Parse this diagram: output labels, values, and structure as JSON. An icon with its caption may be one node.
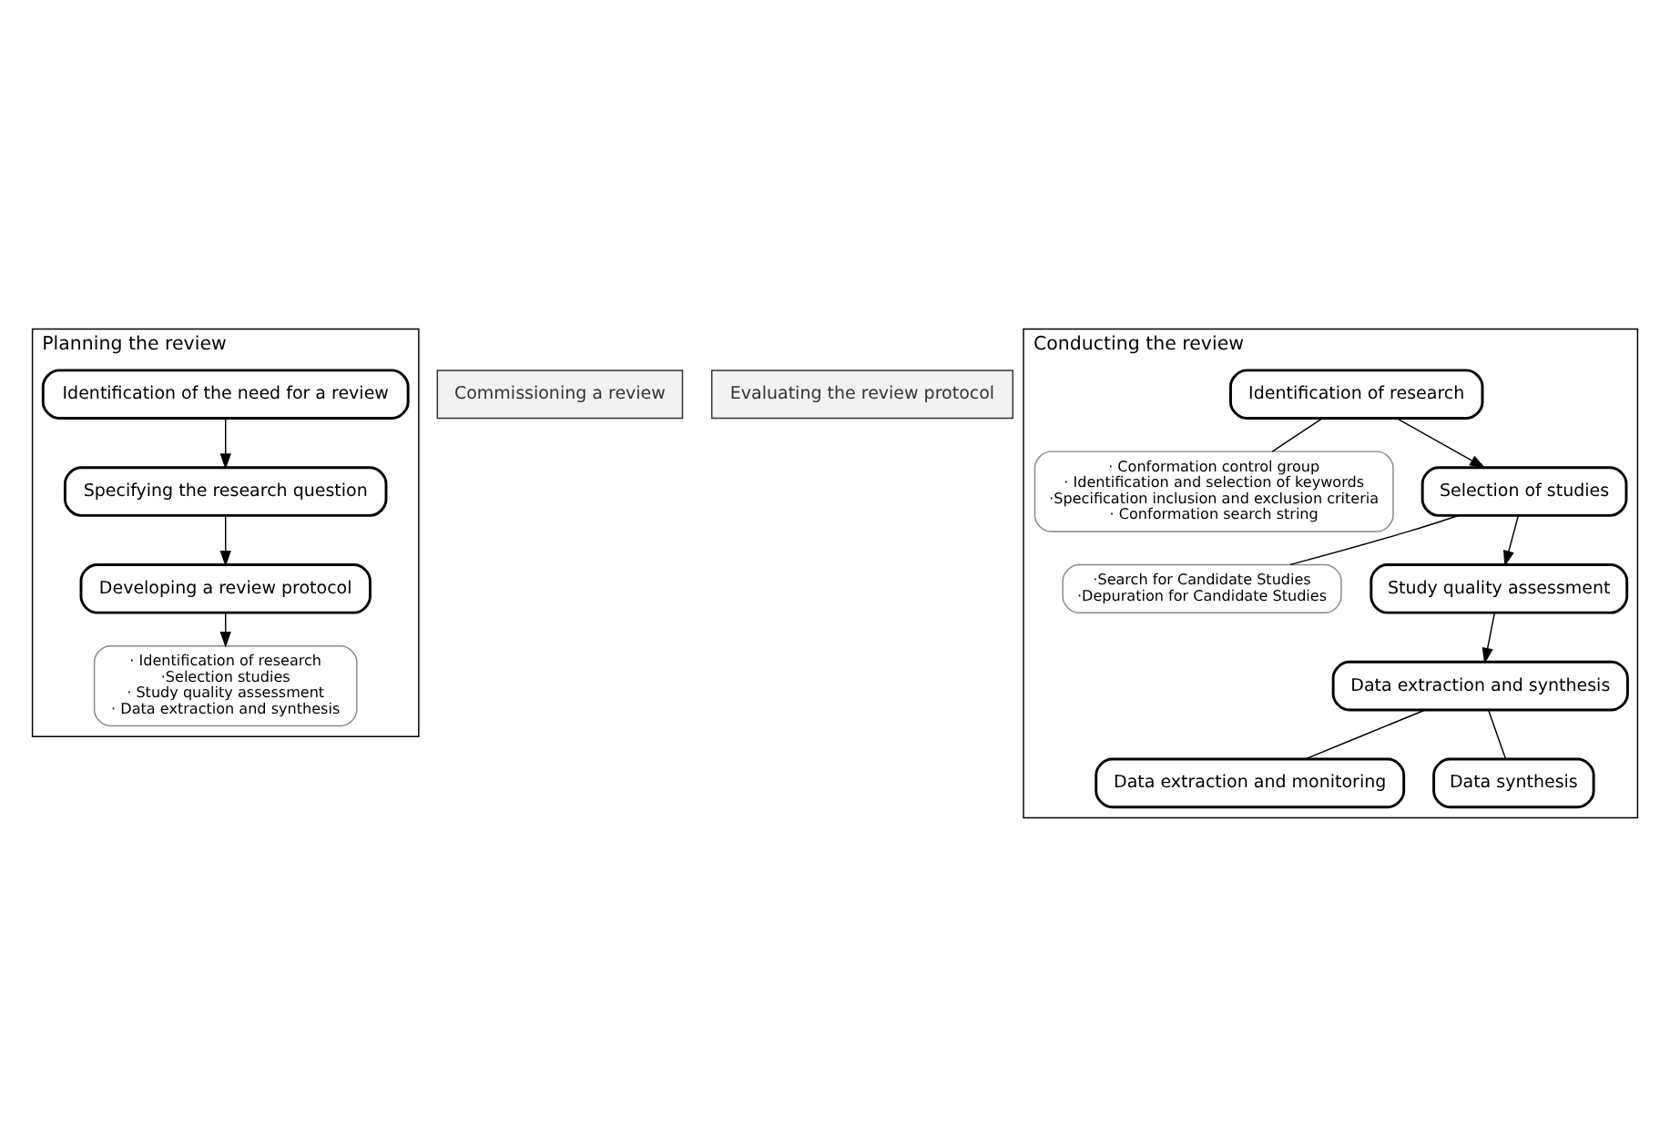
{
  "diagram": {
    "nodes": [
      {
        "text": [
          "Planning the review"
        ]
      },
      {
        "text": [
          "Identification of the need for a review"
        ],
        "in": 0
      },
      {
        "text": [
          "Specifying the research question"
        ],
        "in": 0
      },
      {
        "text": [
          "Developing a review protocol"
        ],
        "in": 0
      },
      {
        "text": [
          "· Identification of research",
          "·Selection studies",
          "· Study quality assessment",
          "· Data extraction and synthesis"
        ],
        "in": 0
      },
      {
        "text": [
          "Commissioning a review"
        ]
      },
      {
        "text": [
          "Evaluating the review protocol"
        ]
      },
      {
        "text": [
          "Conducting the review"
        ]
      },
      {
        "text": [
          "Identification of research"
        ],
        "in": 7
      },
      {
        "text": [
          "· Conformation control group",
          "· Identification and selection of keywords",
          "·Specification inclusion and exclusion criteria",
          "· Conformation search string"
        ],
        "in": 7
      },
      {
        "text": [
          "Selection of studies"
        ],
        "in": 7
      },
      {
        "text": [
          "·Search for Candidate Studies",
          "·Depuration for Candidate Studies"
        ],
        "in": 7
      },
      {
        "text": [
          "Study quality assessment"
        ],
        "in": 7
      },
      {
        "text": [
          "Data extraction and synthesis"
        ],
        "in": 7
      },
      {
        "text": [
          "Data extraction and monitoring"
        ],
        "in": 7
      },
      {
        "text": [
          "Data synthesis"
        ],
        "in": 7
      }
    ],
    "edges": [
      {
        "from": 1,
        "to": 2,
        "arrow": "to"
      },
      {
        "from": 2,
        "to": 3,
        "arrow": "to"
      },
      {
        "from": 3,
        "to": 4,
        "arrow": "to"
      },
      {
        "from": 8,
        "to": 9,
        "arrow": "none"
      },
      {
        "from": 8,
        "to": 10,
        "arrow": "to"
      },
      {
        "from": 10,
        "to": 11,
        "arrow": "none"
      },
      {
        "from": 10,
        "to": 12,
        "arrow": "to"
      },
      {
        "from": 12,
        "to": 13,
        "arrow": "to"
      },
      {
        "from": 13,
        "to": 14,
        "arrow": "none"
      },
      {
        "from": 13,
        "to": 15,
        "arrow": "none"
      }
    ]
  }
}
